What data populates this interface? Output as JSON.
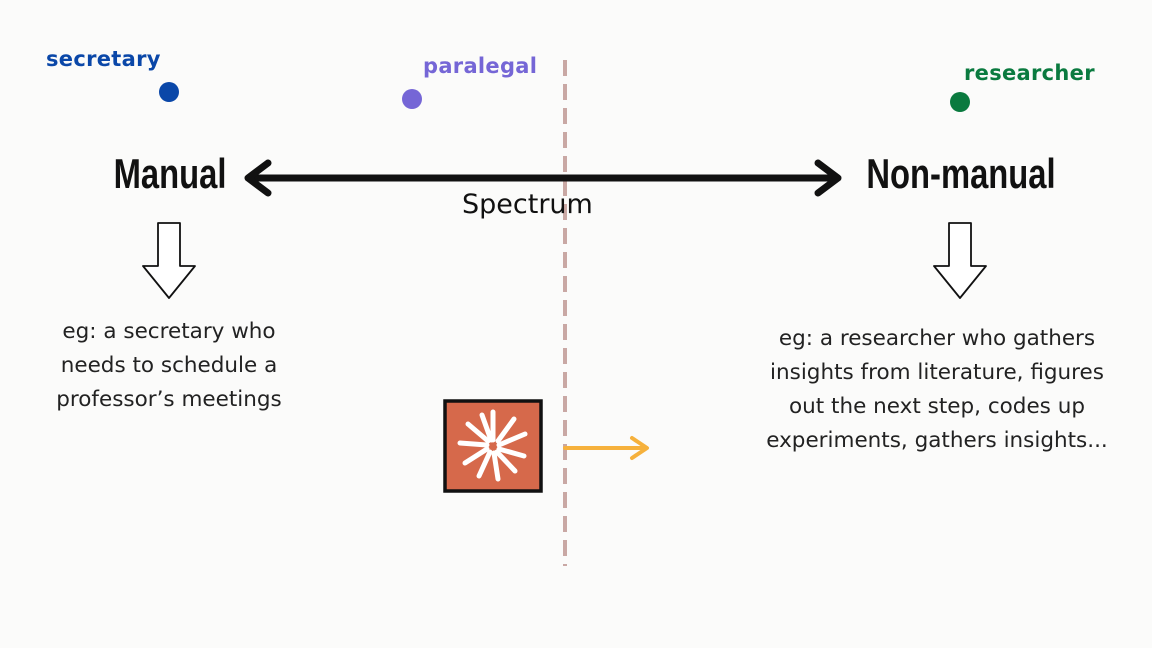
{
  "roles": [
    {
      "label": "secretary",
      "color": "#0a47a8"
    },
    {
      "label": "paralegal",
      "color": "#7566d6"
    },
    {
      "label": "researcher",
      "color": "#0a7a3f"
    }
  ],
  "spectrum": {
    "left_label": "Manual",
    "right_label": "Non-manual",
    "axis_label": "Spectrum"
  },
  "examples": {
    "left": "eg: a secretary who needs to schedule a professor’s meetings",
    "right": "eg: a researcher who gathers insights from literature, figures out the next step, codes up experiments, gathers insights..."
  },
  "colors": {
    "divider": "#c9a8a4",
    "progress_arrow": "#f6b13c",
    "logo_bg": "#d6694b"
  },
  "icons": [
    "anthropic-claude-logo-icon",
    "down-arrow-icon",
    "double-headed-arrow-icon",
    "right-arrow-icon"
  ]
}
